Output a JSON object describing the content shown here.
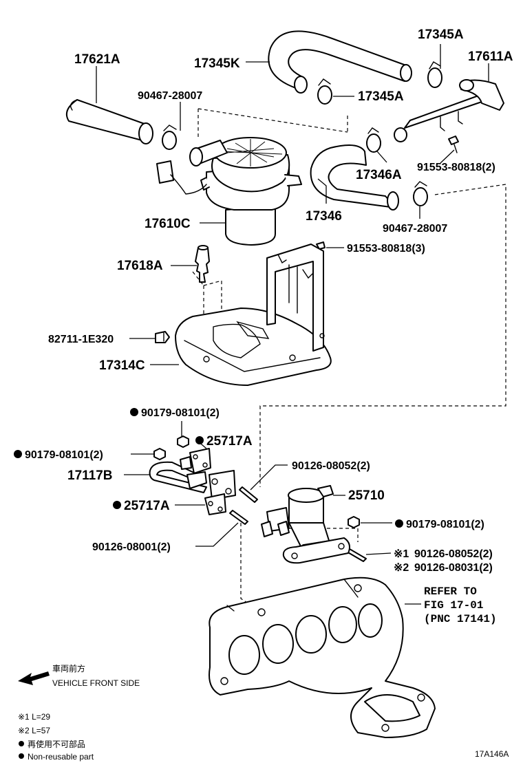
{
  "parts": [
    {
      "id": "17621A",
      "label": "17621A"
    },
    {
      "id": "17345K",
      "label": "17345K"
    },
    {
      "id": "17345A_top",
      "label": "17345A"
    },
    {
      "id": "17611A",
      "label": "17611A"
    },
    {
      "id": "17345A_mid",
      "label": "17345A"
    },
    {
      "id": "90467-28007_a",
      "label": "90467-28007"
    },
    {
      "id": "17346A",
      "label": "17346A"
    },
    {
      "id": "91553-80818_2",
      "label": "91553-80818(2)"
    },
    {
      "id": "17610C",
      "label": "17610C"
    },
    {
      "id": "17346",
      "label": "17346"
    },
    {
      "id": "90467-28007_b",
      "label": "90467-28007"
    },
    {
      "id": "91553-80818_3",
      "label": "91553-80818(3)"
    },
    {
      "id": "17618A",
      "label": "17618A"
    },
    {
      "id": "82711-1E320",
      "label": "82711-1E320"
    },
    {
      "id": "17314C",
      "label": "17314C"
    },
    {
      "id": "90179-08101_a",
      "label": "90179-08101(2)",
      "nonreusable": true
    },
    {
      "id": "25717A_a",
      "label": "25717A",
      "nonreusable": true
    },
    {
      "id": "90179-08101_b",
      "label": "90179-08101(2)",
      "nonreusable": true
    },
    {
      "id": "90126-08052_a",
      "label": "90126-08052(2)"
    },
    {
      "id": "17117B",
      "label": "17117B"
    },
    {
      "id": "25710",
      "label": "25710"
    },
    {
      "id": "25717A_b",
      "label": "25717A",
      "nonreusable": true
    },
    {
      "id": "90179-08101_c",
      "label": "90179-08101(2)",
      "nonreusable": true
    },
    {
      "id": "90126-08001",
      "label": "90126-08001(2)"
    },
    {
      "id": "90126-08052_b",
      "label": "90126-08052(2)",
      "mark": "※1"
    },
    {
      "id": "90126-08031",
      "label": "90126-08031(2)",
      "mark": "※2"
    }
  ],
  "refer": {
    "line1": "REFER TO",
    "line2": "FIG 17-01",
    "line3": "(PNC 17141)"
  },
  "front": {
    "jp": "車両前方",
    "en": "VEHICLE FRONT SIDE"
  },
  "notes": {
    "n1": "※1 L=29",
    "n2": "※2 L=57",
    "legend_jp": "再使用不可部品",
    "legend_en": "Non-reusable part"
  },
  "figure_id": "17A146A"
}
